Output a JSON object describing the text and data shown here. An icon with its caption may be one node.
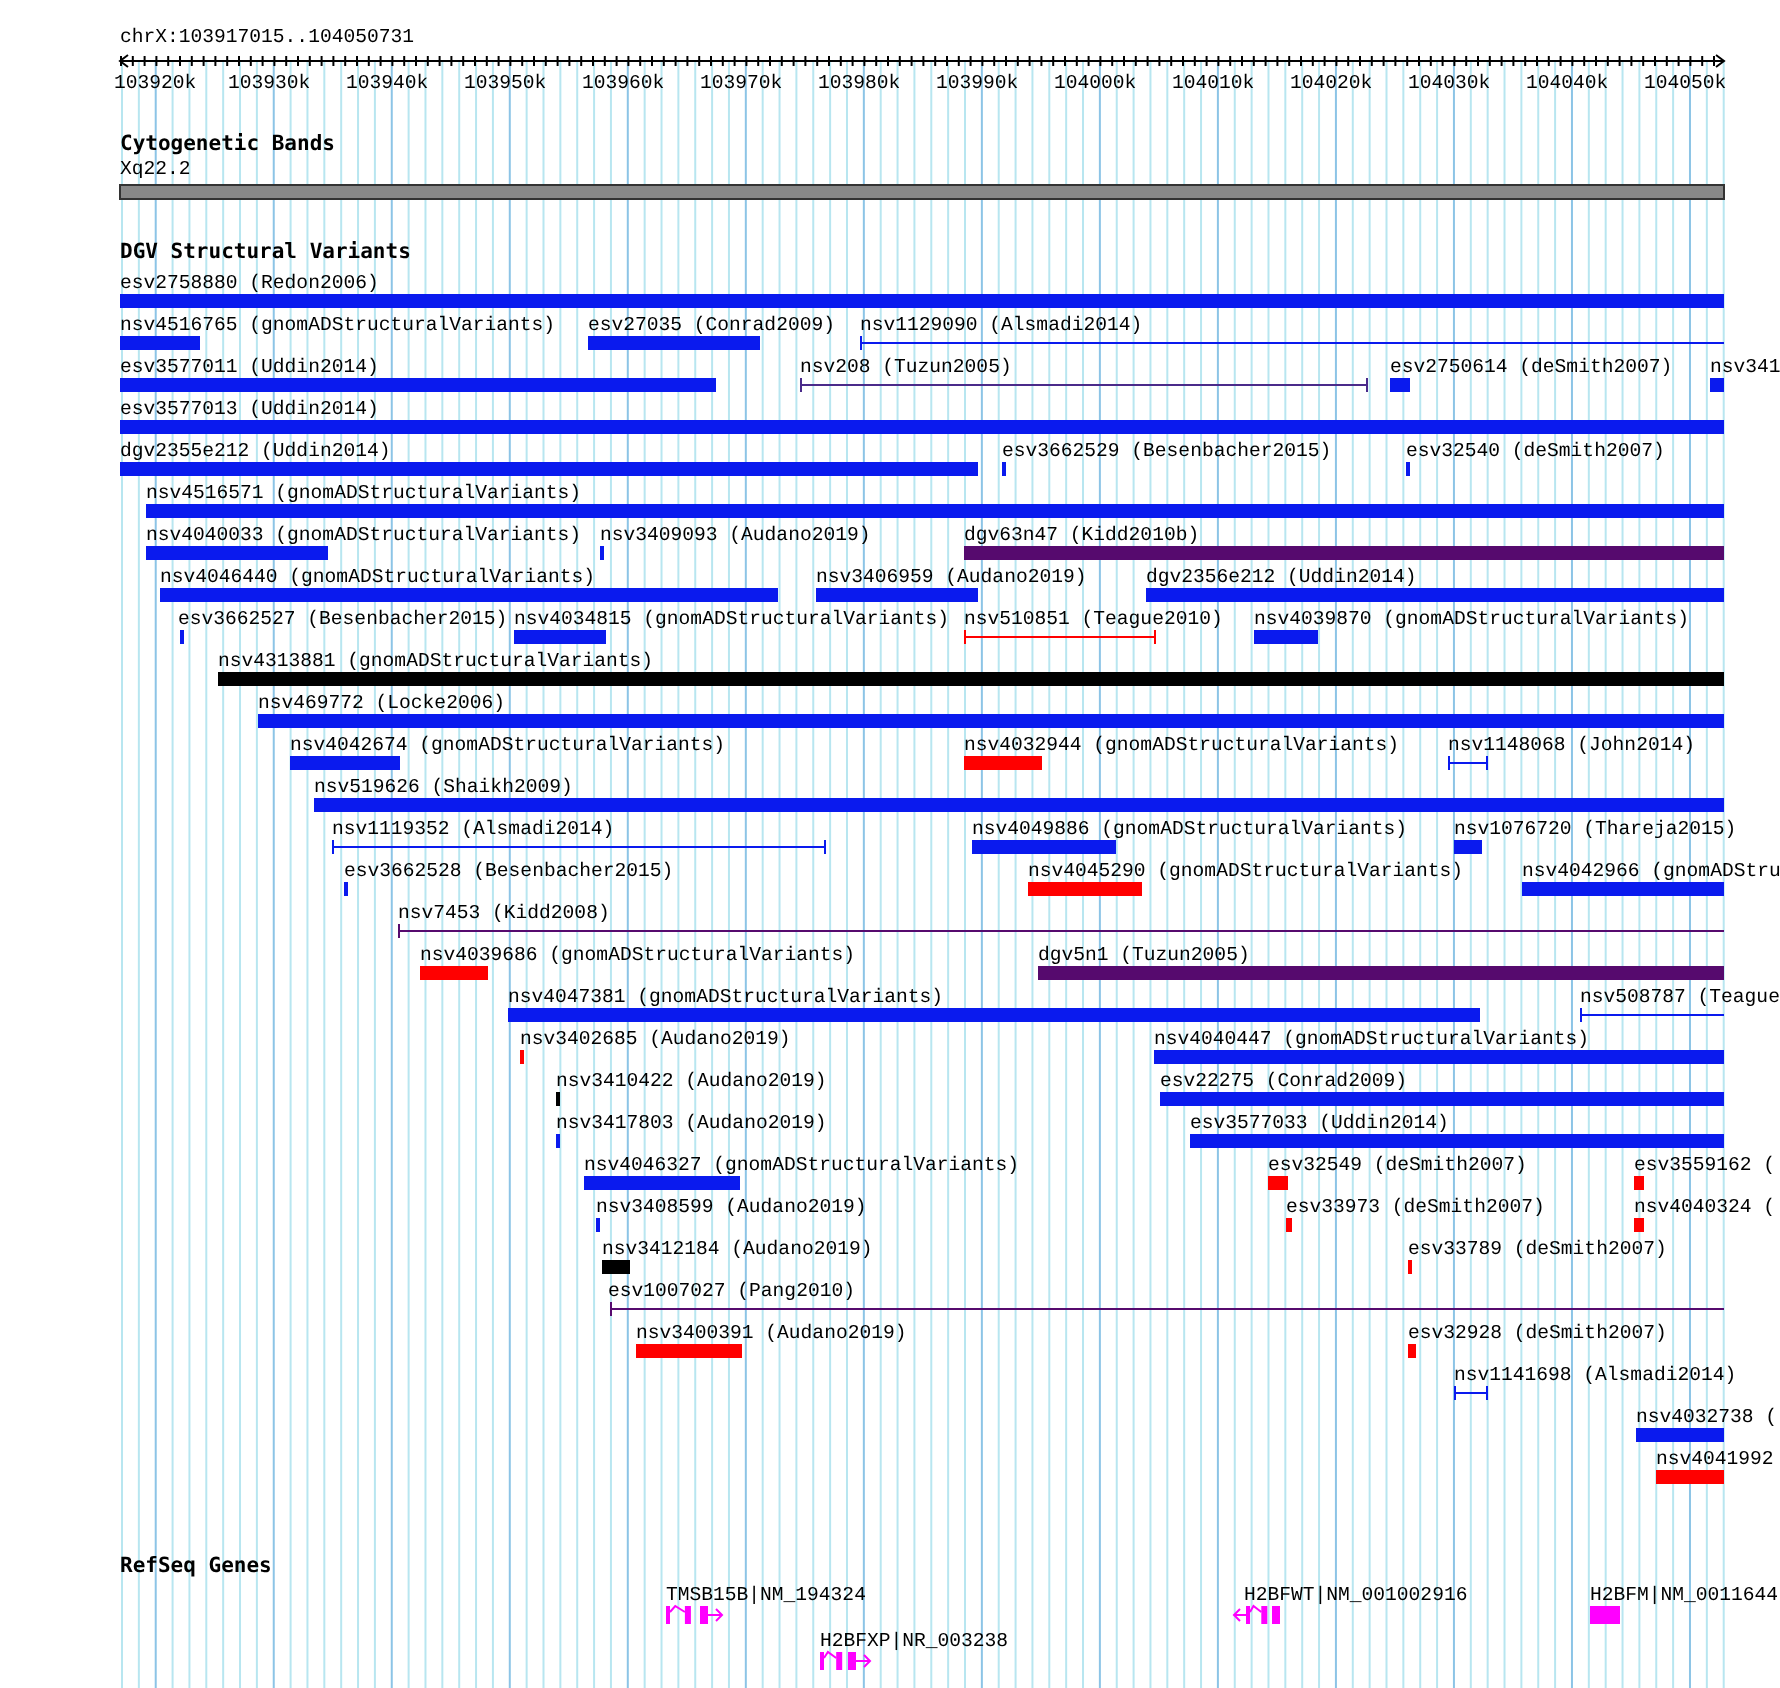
{
  "diagram": {
    "labels": [
      "chrX:103917015..104050731",
      "103920k",
      "103930k",
      "103940k",
      "103950k",
      "103960k",
      "103970k",
      "103980k",
      "103990k",
      "104000k",
      "104010k",
      "104020k",
      "104030k",
      "104040k",
      "104050k",
      "Cytogenetic Bands",
      "Xq22.2",
      "DGV Structural Variants",
      "esv2758880 (Redon2006)",
      "nsv4516765 (gnomADStructuralVariants)",
      "esv27035 (Conrad2009)",
      "nsv1129090 (Alsmadi2014)",
      "esv3577011 (Uddin2014)",
      "nsv208 (Tuzun2005)",
      "esv2750614 (deSmith2007)",
      "nsv341",
      "esv3577013 (Uddin2014)",
      "dgv2355e212 (Uddin2014)",
      "esv3662529 (Besenbacher2015)",
      "esv32540 (deSmith2007)",
      "nsv4516571 (gnomADStructuralVariants)",
      "nsv4040033 (gnomADStructuralVariants)",
      "nsv3409093 (Audano2019)",
      "dgv63n47 (Kidd2010b)",
      "nsv4046440 (gnomADStructuralVariants)",
      "nsv3406959 (Audano2019)",
      "dgv2356e212 (Uddin2014)",
      "esv3662527 (Besenbacher2015)",
      "nsv4034815 (gnomADStructuralVariants)",
      "nsv510851 (Teague2010)",
      "nsv4039870 (gnomADStructuralVariants)",
      "nsv4313881 (gnomADStructuralVariants)",
      "nsv469772 (Locke2006)",
      "nsv4042674 (gnomADStructuralVariants)",
      "nsv4032944 (gnomADStructuralVariants)",
      "nsv1148068 (John2014)",
      "nsv519626 (Shaikh2009)",
      "nsv1119352 (Alsmadi2014)",
      "nsv4049886 (gnomADStructuralVariants)",
      "nsv1076720 (Thareja2015)",
      "esv3662528 (Besenbacher2015)",
      "nsv4045290 (gnomADStructuralVariants)",
      "nsv4042966 (gnomADStru",
      "nsv7453 (Kidd2008)",
      "nsv4039686 (gnomADStructuralVariants)",
      "dgv5n1 (Tuzun2005)",
      "nsv4047381 (gnomADStructuralVariants)",
      "nsv508787 (Teague",
      "nsv3402685 (Audano2019)",
      "nsv4040447 (gnomADStructuralVariants)",
      "nsv3410422 (Audano2019)",
      "esv22275 (Conrad2009)",
      "nsv3417803 (Audano2019)",
      "esv3577033 (Uddin2014)",
      "nsv4046327 (gnomADStructuralVariants)",
      "esv32549 (deSmith2007)",
      "esv3559162 (",
      "nsv3408599 (Audano2019)",
      "esv33973 (deSmith2007)",
      "nsv4040324 (",
      "nsv3412184 (Audano2019)",
      "esv33789 (deSmith2007)",
      "esv1007027 (Pang2010)",
      "nsv3400391 (Audano2019)",
      "esv32928 (deSmith2007)",
      "nsv1141698 (Alsmadi2014)",
      "nsv4032738 (",
      "nsv4041992",
      "RefSeq Genes",
      "TMSB15B|NM_194324",
      "H2BFWT|NM_001002916",
      "H2BFM|NM_0011644",
      "H2BFXP|NR_003238"
    ]
  }
}
